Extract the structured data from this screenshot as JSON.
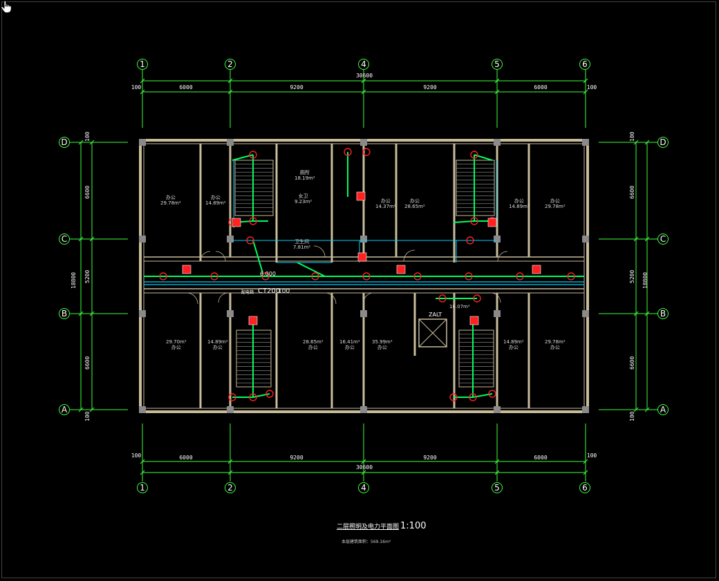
{
  "drawing": {
    "title": "二层照明及电力平面图",
    "scale": "1:100",
    "subtitle": "本层建筑面积：569.16m²",
    "total_dim_top": "30600",
    "total_dim_bottom": "30600",
    "overall_vert_left": "18800",
    "overall_vert_right": "18800",
    "panel_label": "CT200",
    "panel_sub": "100",
    "panel_left_text": "配电箱",
    "corridor_level": "6.000",
    "elevator_label": "ZALT"
  },
  "axes_top": [
    "1",
    "2",
    "4",
    "5",
    "6"
  ],
  "axes_side": [
    "D",
    "C",
    "B",
    "A"
  ],
  "dims_horizontal": [
    "100",
    "6000",
    "9200",
    "9200",
    "6000",
    "100"
  ],
  "dims_vertical": [
    "100",
    "6600",
    "5200",
    "6600",
    "100"
  ],
  "rooms": [
    {
      "area": "29.78m²",
      "name": "办公"
    },
    {
      "area": "14.89m²",
      "name": "办公"
    },
    {
      "area": "18.19m²",
      "name": "厕所"
    },
    {
      "area": "9.23m²",
      "name": "女卫"
    },
    {
      "area": "7.81m²",
      "name": "卫生间"
    },
    {
      "area": "14.37m²",
      "name": "办公"
    },
    {
      "area": "28.65m²",
      "name": "办公"
    },
    {
      "area": "14.89m²",
      "name": "办公"
    },
    {
      "area": "29.78m²",
      "name": "办公"
    },
    {
      "area": "29.70m²",
      "name": "办公"
    },
    {
      "area": "14.89m²",
      "name": "办公"
    },
    {
      "area": "28.65m²",
      "name": "办公"
    },
    {
      "area": "16.41m²",
      "name": "办公"
    },
    {
      "area": "35.99m²",
      "name": "办公"
    },
    {
      "area": "16.07m²",
      "name": ""
    },
    {
      "area": "14.89m²",
      "name": "办公"
    },
    {
      "area": "29.78m²",
      "name": "办公"
    }
  ],
  "colors": {
    "wall": "#c8bc9a",
    "axis": "#3eff3e",
    "circuit": "#00ff60",
    "conduit": "#00d0ff",
    "fixture": "#ff2020",
    "text": "#ffffff"
  }
}
